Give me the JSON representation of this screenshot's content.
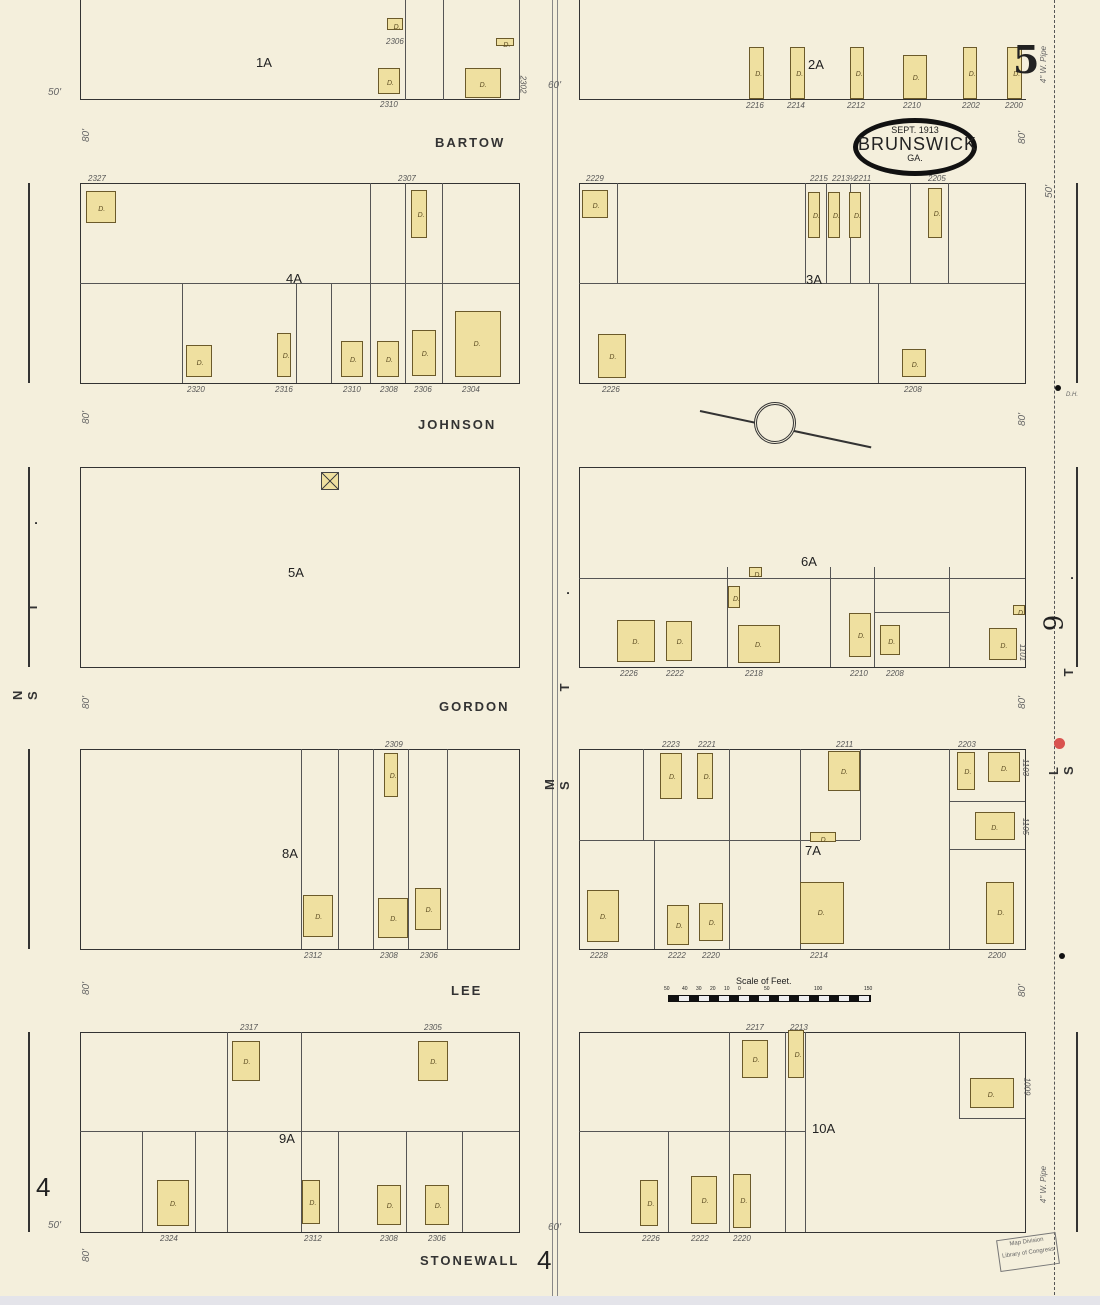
{
  "title": {
    "date": "SEPT. 1913",
    "city": "BRUNSWICK",
    "state": "GA."
  },
  "sheet_number": "5",
  "adjacent_sheets": {
    "right": "9",
    "bottom_left": "4",
    "bottom": "4"
  },
  "streets": {
    "horizontal": [
      "BARTOW",
      "JOHNSON",
      "GORDON",
      "LEE",
      "STONEWALL"
    ],
    "left": "N ST.",
    "center": "M ST.",
    "right": "L ST."
  },
  "street_widths": {
    "w50": "50'",
    "w80": "80'",
    "w60": "60'"
  },
  "blocks": [
    "1A",
    "2A",
    "3A",
    "4A",
    "5A",
    "6A",
    "7A",
    "8A",
    "9A",
    "10A"
  ],
  "water_pipe": "4\" W. Pipe",
  "hydrant_label": "D.H.",
  "scale": {
    "title": "Scale of Feet.",
    "ticks": [
      "50",
      "40",
      "30",
      "20",
      "10",
      "0",
      "50",
      "100",
      "150"
    ]
  },
  "stamp": {
    "line1": "Map Division",
    "line2": "Library of Congress"
  },
  "dwelling_mark": "D.",
  "house_numbers": [
    {
      "block": "1A",
      "numbers": [
        "2306",
        "2310",
        "2302"
      ]
    },
    {
      "block": "2A",
      "numbers": [
        "2216",
        "2214",
        "2212",
        "2210",
        "2202",
        "2200"
      ]
    },
    {
      "block": "4A",
      "numbers": [
        "2327",
        "2307",
        "2320",
        "2316",
        "2310",
        "2308",
        "2306",
        "2304"
      ]
    },
    {
      "block": "3A",
      "numbers": [
        "2229",
        "2215",
        "2213½",
        "2211",
        "2205",
        "2226",
        "2208"
      ]
    },
    {
      "block": "6A",
      "numbers": [
        "2226",
        "2222",
        "2218",
        "2210",
        "2208",
        "1101"
      ]
    },
    {
      "block": "8A",
      "numbers": [
        "2309",
        "2312",
        "2308",
        "2306"
      ]
    },
    {
      "block": "7A",
      "numbers": [
        "2223",
        "2221",
        "2211",
        "2203",
        "2228",
        "2222",
        "2220",
        "2214",
        "2200",
        "1103",
        "1105"
      ]
    },
    {
      "block": "9A",
      "numbers": [
        "2317",
        "2305",
        "2324",
        "2312",
        "2308",
        "2306"
      ]
    },
    {
      "block": "10A",
      "numbers": [
        "2217",
        "2213",
        "2226",
        "2222",
        "2220",
        "1009"
      ]
    }
  ],
  "colors": {
    "paper": "#f4efdc",
    "frame_dwelling": "#efe0a0",
    "outline": "#333333"
  }
}
